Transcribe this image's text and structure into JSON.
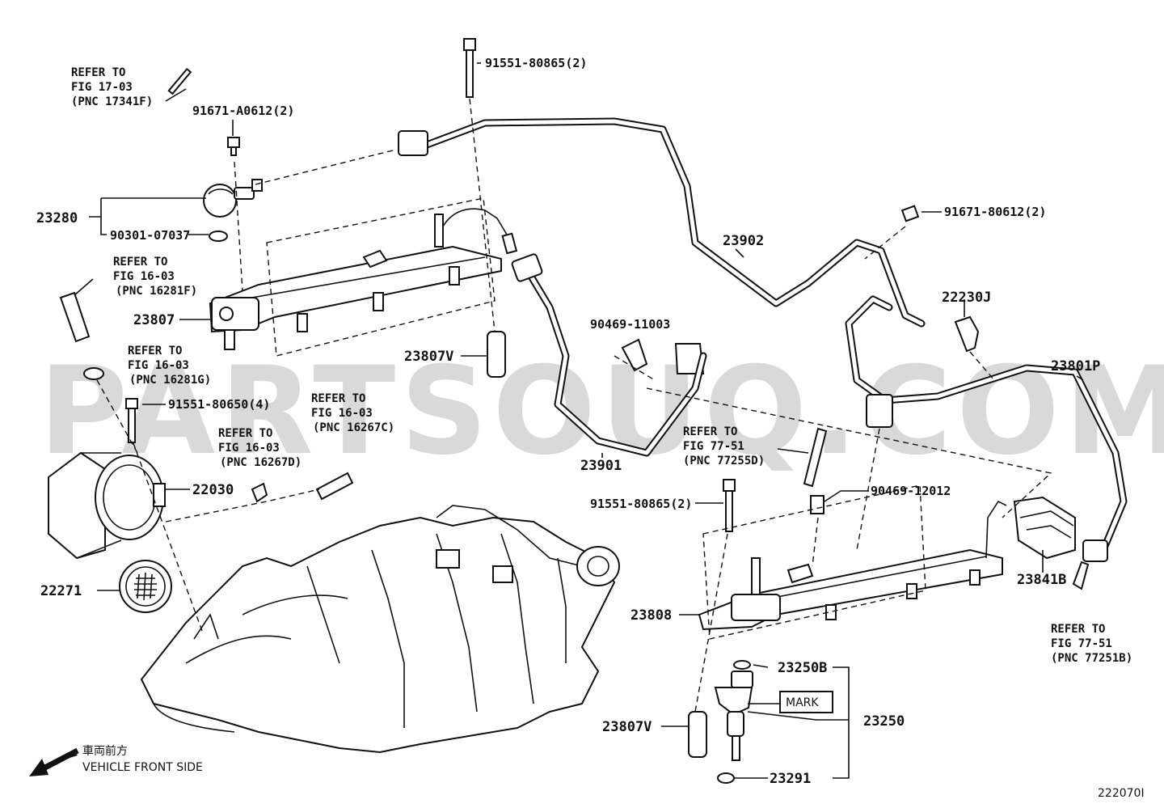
{
  "watermark": "PARTSOUQ.COM",
  "figure_code": "222070I",
  "front_side": {
    "jp": "車両前方",
    "en": "VEHICLE FRONT SIDE"
  },
  "mark_label": "MARK",
  "labels": {
    "p23280": "23280",
    "p90301": "90301-07037",
    "p91671a": "91671-A0612(2)",
    "p91551a": "91551-80865(2)",
    "p91671b": "91671-80612(2)",
    "p23902": "23902",
    "p23807": "23807",
    "p23807v_top": "23807V",
    "p90469a": "90469-11003",
    "p22230j": "22230J",
    "p23801p": "23801P",
    "p91551b": "91551-80650(4)",
    "p22030": "22030",
    "p23901": "23901",
    "p22271": "22271",
    "p91551c": "91551-80865(2)",
    "p90469b": "90469-12012",
    "p23808": "23808",
    "p23841b": "23841B",
    "p23250b": "23250B",
    "p23250": "23250",
    "p23807v_bot": "23807V",
    "p23291": "23291"
  },
  "refs": {
    "r1": [
      "REFER TO",
      "FIG 17-03",
      "(PNC 17341F)"
    ],
    "r2": [
      "REFER TO",
      "FIG 16-03",
      "(PNC 16281F)"
    ],
    "r3": [
      "REFER TO",
      "FIG 16-03",
      "(PNC 16281G)"
    ],
    "r4": [
      "REFER TO",
      "FIG 16-03",
      "(PNC 16267C)"
    ],
    "r5": [
      "REFER TO",
      "FIG 16-03",
      "(PNC 16267D)"
    ],
    "r6": [
      "REFER TO",
      "FIG 77-51",
      "(PNC 77255D)"
    ],
    "r7": [
      "REFER TO",
      "FIG 77-51",
      "(PNC 77251B)"
    ]
  }
}
